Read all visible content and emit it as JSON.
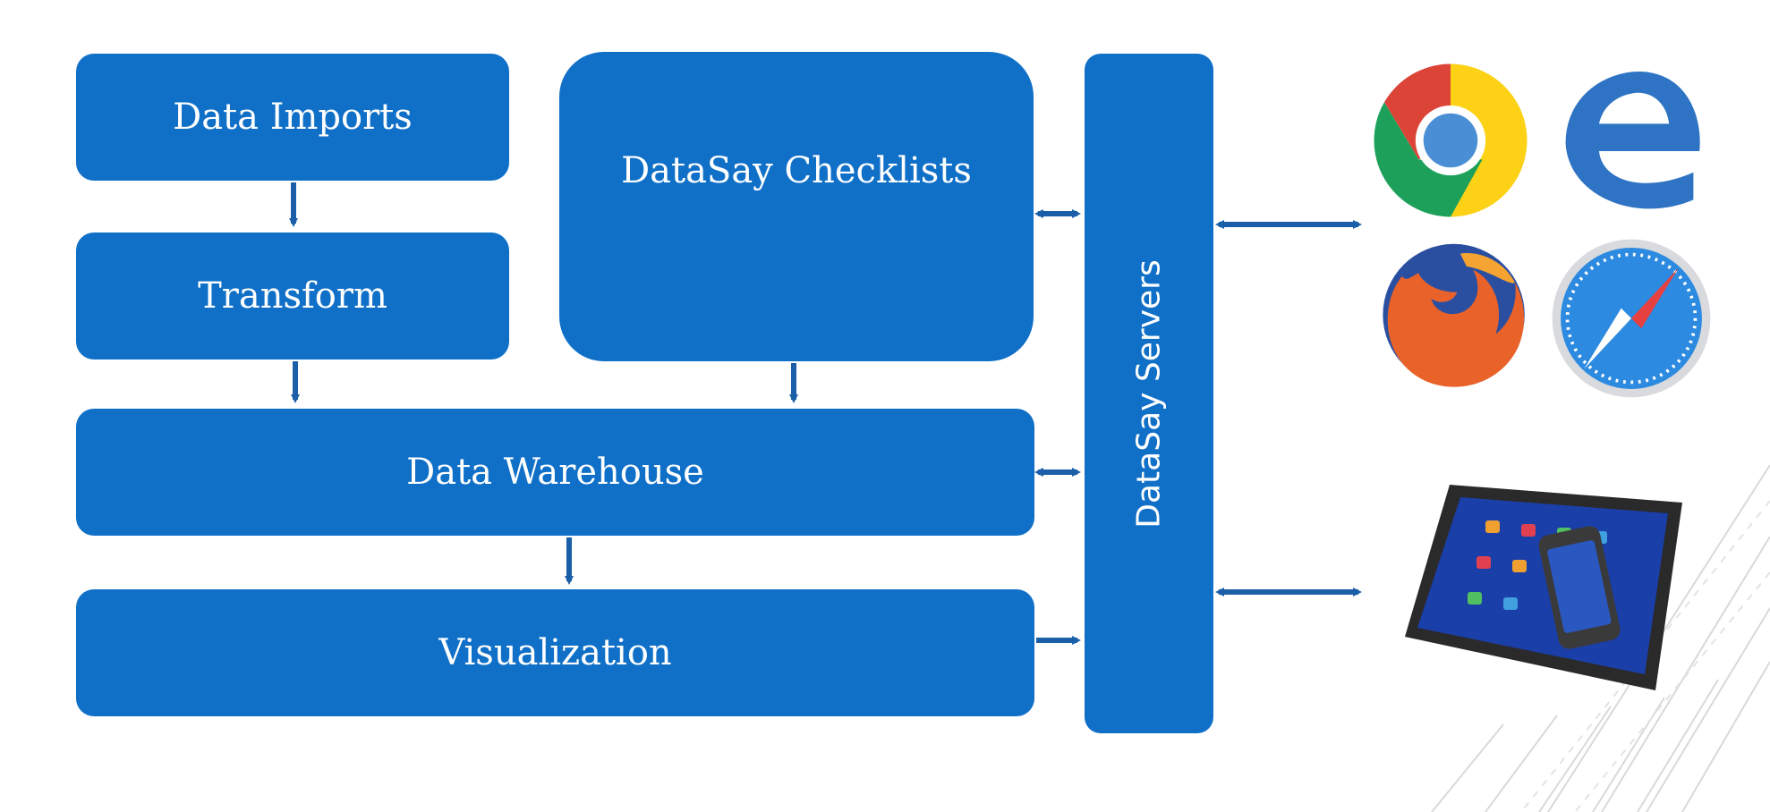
{
  "diagram": {
    "boxes": {
      "data_imports": "Data Imports",
      "transform": "Transform",
      "checklists": "DataSay Checklists",
      "warehouse": "Data Warehouse",
      "visualization": "Visualization",
      "servers": "DataSay Servers"
    },
    "colors": {
      "box_fill": "#1070c8",
      "arrow": "#1a5fa8",
      "box_text": "#ffffff"
    },
    "icons": [
      "chrome-browser-icon",
      "edge-browser-icon",
      "firefox-browser-icon",
      "safari-browser-icon",
      "tablet-phone-devices-icon"
    ]
  }
}
